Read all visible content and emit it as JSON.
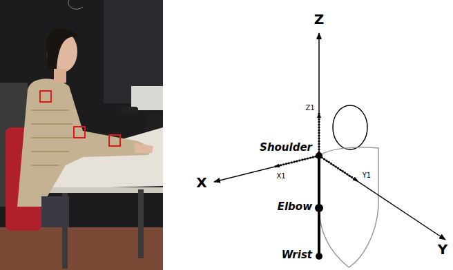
{
  "diagram": {
    "labels": [
      "Z",
      "Z1",
      "Shoulder",
      "X",
      "X1",
      "Y1",
      "Elbow",
      "Wrist",
      "Y"
    ]
  }
}
